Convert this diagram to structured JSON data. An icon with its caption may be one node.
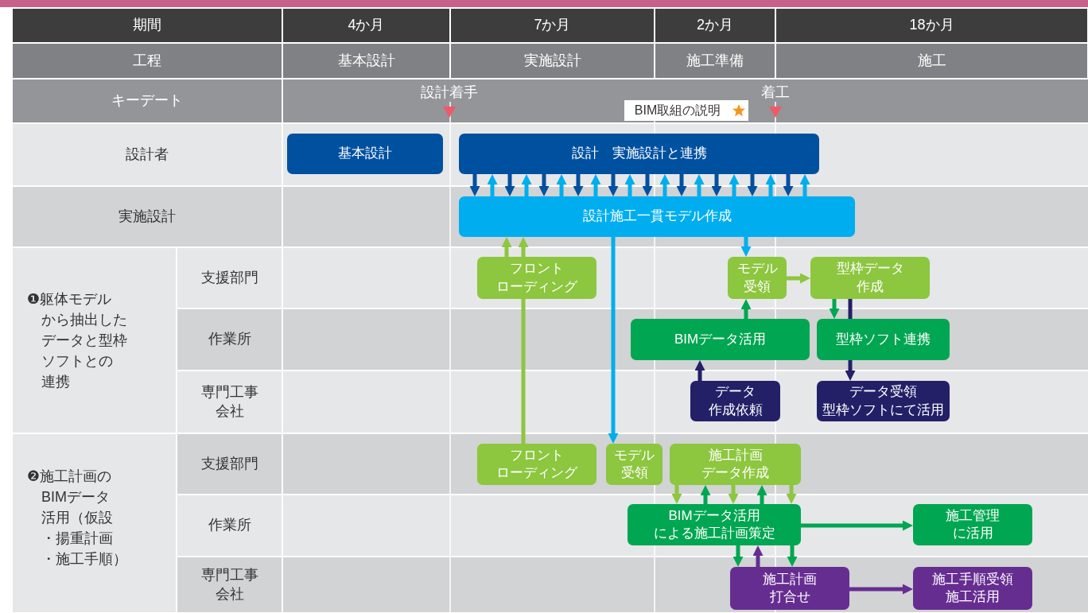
{
  "diagram": {
    "nodes": [
      {
        "text": [
          "基本設計"
        ]
      },
      {
        "text": [
          "設計　実施設計と連携"
        ]
      },
      {
        "text": [
          "設計施工一貫モデル作成"
        ]
      },
      {
        "text": [
          "フロントローディング"
        ]
      },
      {
        "text": [
          "モデル受領"
        ]
      },
      {
        "text": [
          "型枠データ作成"
        ]
      },
      {
        "text": [
          "BIMデータ活用"
        ]
      },
      {
        "text": [
          "型枠ソフト連携"
        ]
      },
      {
        "text": [
          "データ作成依頼"
        ]
      },
      {
        "text": [
          "データ受領型枠ソフトにて活用"
        ]
      },
      {
        "text": [
          "フロントローディング"
        ]
      },
      {
        "text": [
          "モデル受領"
        ]
      },
      {
        "text": [
          "施工計画データ作成"
        ]
      },
      {
        "text": [
          "BIMデータ活用による施工計画策定"
        ]
      },
      {
        "text": [
          "施工管理に活用"
        ]
      },
      {
        "text": [
          "施工計画打合せ"
        ]
      },
      {
        "text": [
          "施工手順受領施工活用"
        ]
      }
    ],
    "edges": [
      {
        "from": 1,
        "to": 2,
        "arrow": "to",
        "color": "#0050a0"
      },
      {
        "from": 2,
        "to": 1,
        "arrow": "to",
        "color": "#00aeef"
      },
      {
        "from": 1,
        "to": 2,
        "arrow": "to",
        "color": "#0050a0"
      },
      {
        "from": 2,
        "to": 1,
        "arrow": "to",
        "color": "#00aeef"
      },
      {
        "from": 1,
        "to": 2,
        "arrow": "to",
        "color": "#0050a0"
      },
      {
        "from": 2,
        "to": 1,
        "arrow": "to",
        "color": "#00aeef"
      },
      {
        "from": 1,
        "to": 2,
        "arrow": "to",
        "color": "#0050a0"
      },
      {
        "from": 2,
        "to": 1,
        "arrow": "to",
        "color": "#00aeef"
      },
      {
        "from": 1,
        "to": 2,
        "arrow": "to",
        "color": "#0050a0"
      },
      {
        "from": 2,
        "to": 1,
        "arrow": "to",
        "color": "#00aeef"
      },
      {
        "from": 1,
        "to": 2,
        "arrow": "to",
        "color": "#0050a0"
      },
      {
        "from": 2,
        "to": 1,
        "arrow": "to",
        "color": "#00aeef"
      },
      {
        "from": 1,
        "to": 2,
        "arrow": "to",
        "color": "#0050a0"
      },
      {
        "from": 2,
        "to": 1,
        "arrow": "to",
        "color": "#00aeef"
      },
      {
        "from": 1,
        "to": 2,
        "arrow": "to",
        "color": "#0050a0"
      },
      {
        "from": 2,
        "to": 1,
        "arrow": "to",
        "color": "#00aeef"
      },
      {
        "from": 1,
        "to": 2,
        "arrow": "to",
        "color": "#0050a0"
      },
      {
        "from": 2,
        "to": 1,
        "arrow": "to",
        "color": "#00aeef"
      },
      {
        "from": 1,
        "to": 2,
        "arrow": "to",
        "color": "#0050a0"
      },
      {
        "from": 2,
        "to": 1,
        "arrow": "to",
        "color": "#00aeef"
      },
      {
        "from": 3,
        "to": 2,
        "arrow": "to",
        "color": "#8dc63f"
      },
      {
        "from": 3,
        "to": 2,
        "arrow": "to",
        "color": "#8dc63f"
      },
      {
        "from": 10,
        "to": 3,
        "arrow": "none",
        "color": "#8dc63f"
      },
      {
        "from": 2,
        "to": 11,
        "arrow": "to",
        "color": "#00aeef"
      },
      {
        "from": 2,
        "to": 4,
        "arrow": "to",
        "color": "#00aeef"
      },
      {
        "from": 4,
        "to": 5,
        "arrow": "to",
        "color": "#8dc63f"
      },
      {
        "from": 6,
        "to": 4,
        "arrow": "to",
        "color": "#00a651"
      },
      {
        "from": 5,
        "to": 7,
        "arrow": "to",
        "color": "#00a651"
      },
      {
        "from": 5,
        "to": 7,
        "arrow": "none",
        "color": "#232068"
      },
      {
        "from": 7,
        "to": 9,
        "arrow": "to",
        "color": "#232068"
      },
      {
        "from": 8,
        "to": 6,
        "arrow": "to",
        "color": "#232068"
      },
      {
        "from": 12,
        "to": 13,
        "arrow": "to",
        "color": "#8dc63f"
      },
      {
        "from": 13,
        "to": 12,
        "arrow": "to",
        "color": "#00a651"
      },
      {
        "from": 12,
        "to": 13,
        "arrow": "to",
        "color": "#8dc63f"
      },
      {
        "from": 13,
        "to": 12,
        "arrow": "to",
        "color": "#00a651"
      },
      {
        "from": 12,
        "to": 13,
        "arrow": "to",
        "color": "#8dc63f"
      },
      {
        "from": 13,
        "to": 14,
        "arrow": "to",
        "color": "#00a651"
      },
      {
        "from": 13,
        "to": 15,
        "arrow": "to",
        "color": "#00a651"
      },
      {
        "from": 15,
        "to": 13,
        "arrow": "to",
        "color": "#662d91"
      },
      {
        "from": 13,
        "to": 15,
        "arrow": "to",
        "color": "#00a651"
      },
      {
        "from": 15,
        "to": 16,
        "arrow": "to",
        "color": "#662d91"
      }
    ],
    "labels": [
      "期間",
      "4か月",
      "7か月",
      "2か月",
      "18か月",
      "工程",
      "基本設計",
      "実施設計",
      "施工準備",
      "施工",
      "キーデート",
      "設計着手",
      "着工",
      "BIM取組の説明",
      "設計者",
      "実施設計",
      "❶躯体モデルから抽出したデータと型枠ソフトとの連携",
      "支援部門",
      "作業所",
      "専門工事会社",
      "❷施工計画のBIMデータ活用（仮設・揚重計画・施工手順）",
      "支援部門",
      "作業所",
      "専門工事会社"
    ]
  }
}
